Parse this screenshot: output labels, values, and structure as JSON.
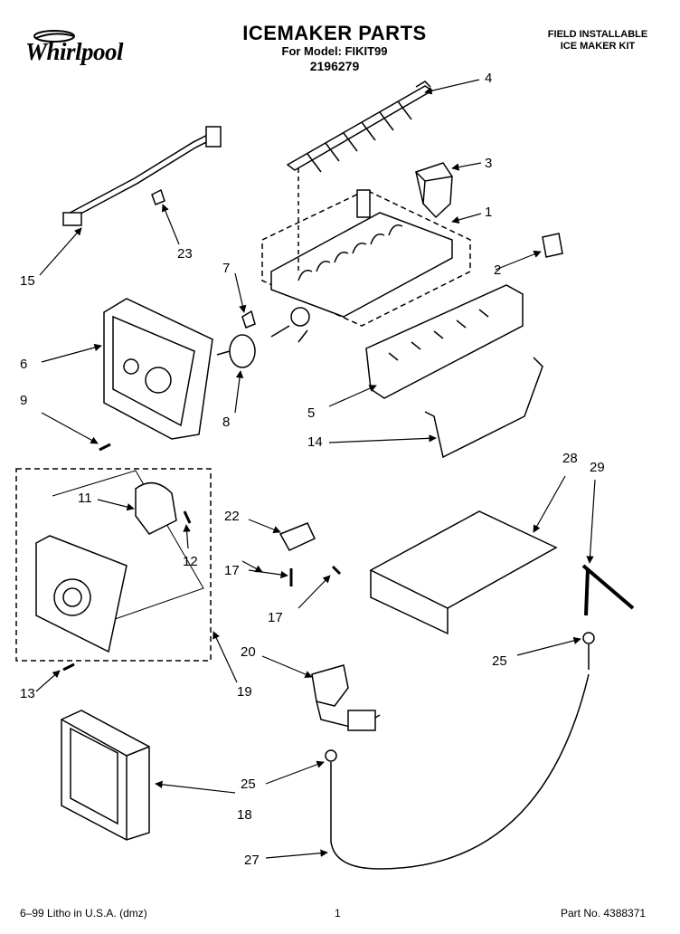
{
  "brand": "Whirlpool",
  "title": "ICEMAKER PARTS",
  "model_line": "For Model: FIKIT99",
  "diagram_number": "2196279",
  "kit_label_line1": "FIELD INSTALLABLE",
  "kit_label_line2": "ICE MAKER KIT",
  "callouts": {
    "c1": "1",
    "c2": "2",
    "c3": "3",
    "c4": "4",
    "c5": "5",
    "c6": "6",
    "c7": "7",
    "c8": "8",
    "c9": "9",
    "c11": "11",
    "c12": "12",
    "c13": "13",
    "c14": "14",
    "c15": "15",
    "c17a": "17",
    "c17b": "17",
    "c18": "18",
    "c19": "19",
    "c20": "20",
    "c22": "22",
    "c23": "23",
    "c25a": "25",
    "c25b": "25",
    "c27": "27",
    "c28": "28",
    "c29": "29"
  },
  "footer": {
    "left": "6–99 Litho in U.S.A. (dmz)",
    "center": "1",
    "right": "Part No. 4388371"
  }
}
